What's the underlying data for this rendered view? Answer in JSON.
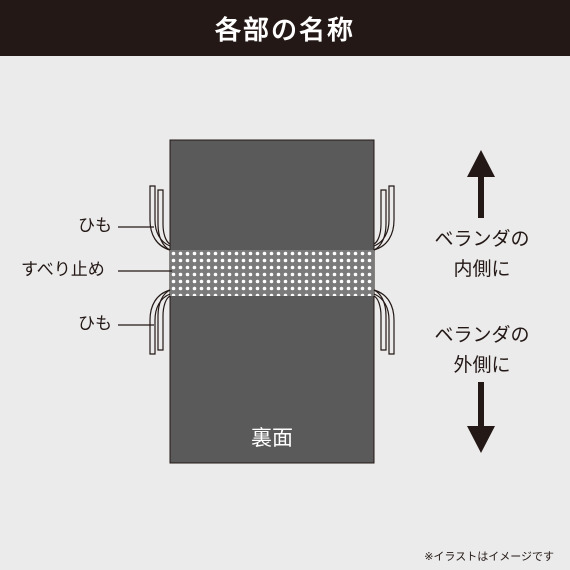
{
  "header": {
    "title": "各部の名称"
  },
  "labels": {
    "himo_top": "ひも",
    "anti_slip": "すべり止め",
    "himo_bottom": "ひも",
    "back": "裏面"
  },
  "directions": {
    "inside": [
      "ベランダの",
      "内側に"
    ],
    "outside": [
      "ベランダの",
      "外側に"
    ]
  },
  "note": "※イラストはイメージです",
  "colors": {
    "header_bg": "#231815",
    "panel": "#5a5a5a",
    "background": "#ebebeb",
    "ink": "#231815"
  }
}
